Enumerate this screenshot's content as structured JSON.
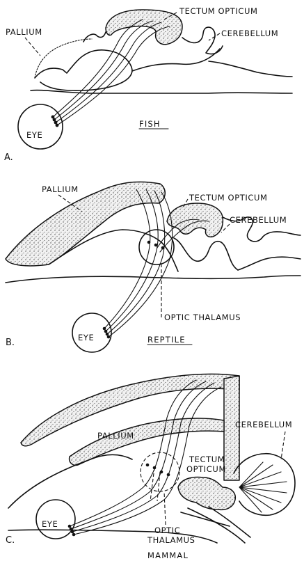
{
  "panels": [
    {
      "letter": "A.",
      "title": "FISH",
      "labels": {
        "tectum": "TECTUM OPTICUM",
        "pallium": "PALLIUM",
        "cerebellum": "CEREBELLUM",
        "eye": "EYE"
      }
    },
    {
      "letter": "B.",
      "title": "REPTILE",
      "labels": {
        "pallium": "PALLIUM",
        "tectum": "TECTUM OPTICUM",
        "cerebellum": "CEREBELLUM",
        "thalamus": "OPTIC THALAMUS",
        "eye": "EYE"
      }
    },
    {
      "letter": "C.",
      "title": "MAMMAL",
      "labels": {
        "pallium": "PALLIUM",
        "cerebellum": "CEREBELLUM",
        "tectum_line1": "TECTUM",
        "tectum_line2": "OPTICUM",
        "thalamus_line1": "OPTIC",
        "thalamus_line2": "THALAMUS",
        "eye": "EYE"
      }
    }
  ],
  "colors": {
    "ink": "#111111",
    "background": "#ffffff"
  }
}
